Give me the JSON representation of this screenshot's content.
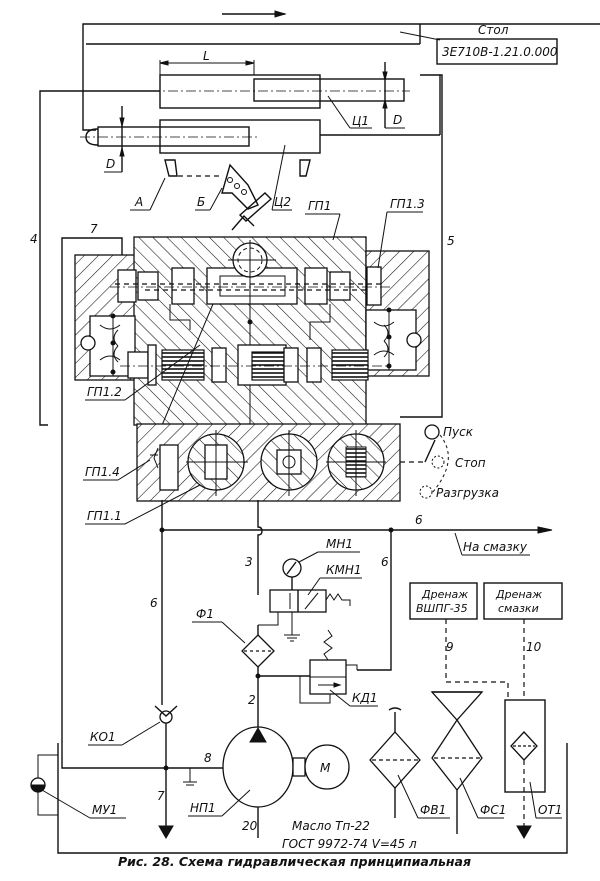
{
  "figure": {
    "caption": "Рис. 28. Схема гидравлическая принципиальная"
  },
  "table_block": {
    "name": "Стол",
    "drawing_number": "3Е710В-1.21.0.000"
  },
  "labels": {
    "dimension_L": "L",
    "dimension_D_left": "D",
    "dimension_D_right": "D",
    "cylinder_1": "Ц1",
    "cylinder_2": "Ц2",
    "stop_A": "А",
    "lever_B": "Б",
    "panel": "ГП1",
    "panel_1_1": "ГП1.1",
    "panel_1_2": "ГП1.2",
    "panel_1_3": "ГП1.3",
    "panel_1_4": "ГП1.4",
    "pressure_gauge": "МН1",
    "gauge_switch": "КМН1",
    "filter_1": "Ф1",
    "pressure_valve": "КД1",
    "check_valve": "КО1",
    "pump": "НП1",
    "motor": "М",
    "oil_indicator": "МУ1",
    "air_filter": "ФВ1",
    "fill_filter": "ФС1",
    "settler": "ОТ1"
  },
  "control_positions": {
    "start": "Пуск",
    "stop": "Стоп",
    "unload": "Разгрузка"
  },
  "line_numbers": {
    "l2": "2",
    "l3": "3",
    "l4": "4",
    "l5": "5",
    "l6a": "6",
    "l6b": "6",
    "l6c": "6",
    "l7a": "7",
    "l7b": "7",
    "l8": "8",
    "l9": "9",
    "l10": "10",
    "l20": "20"
  },
  "annotations": {
    "to_lubrication": "На смазку",
    "drain_1_line1": "Дренаж",
    "drain_1_line2": "ВШПГ-35",
    "drain_2_line1": "Дренаж",
    "drain_2_line2": "смазки",
    "oil_line1": "Масло Тп-22",
    "oil_line2": "ГОСТ 9972-74   V=45 л"
  }
}
